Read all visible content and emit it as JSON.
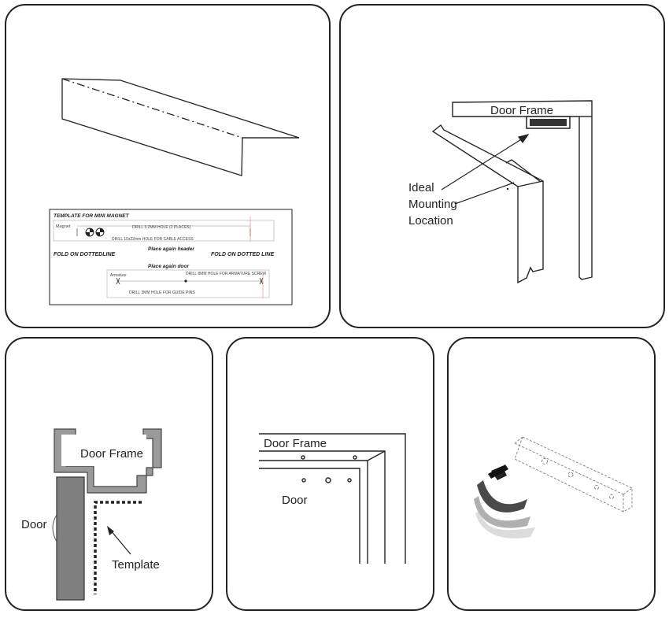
{
  "panel1": {
    "template": {
      "title": "TEMPLATE FOR MINI MAGNET",
      "magnet": "Magnet",
      "drill_top": "DRILL 3.2MM HOLE (2 PLACES)",
      "drill_cable": "DRILL 10x22mm HOLE FOR CABLE ACCESS",
      "fold_left": "FOLD ON DOTTEDLINE",
      "place_header": "Place again header",
      "fold_right": "FOLD ON DOTTED LINE",
      "place_door": "Place again door",
      "armature": "Armature",
      "drill_armature": "DRILL 8MM HOLE FOR ARMATURE SCREW",
      "drill_guide": "DRILL 3MM HOLE FOR GUIDE PINS"
    }
  },
  "panel2": {
    "door_frame": "Door Frame",
    "ideal_l1": "Ideal",
    "ideal_l2": "Mounting",
    "ideal_l3": "Location"
  },
  "panel3": {
    "door_frame": "Door Frame",
    "door": "Door",
    "template": "Template"
  },
  "panel4": {
    "door_frame": "Door Frame",
    "door": "Door"
  }
}
